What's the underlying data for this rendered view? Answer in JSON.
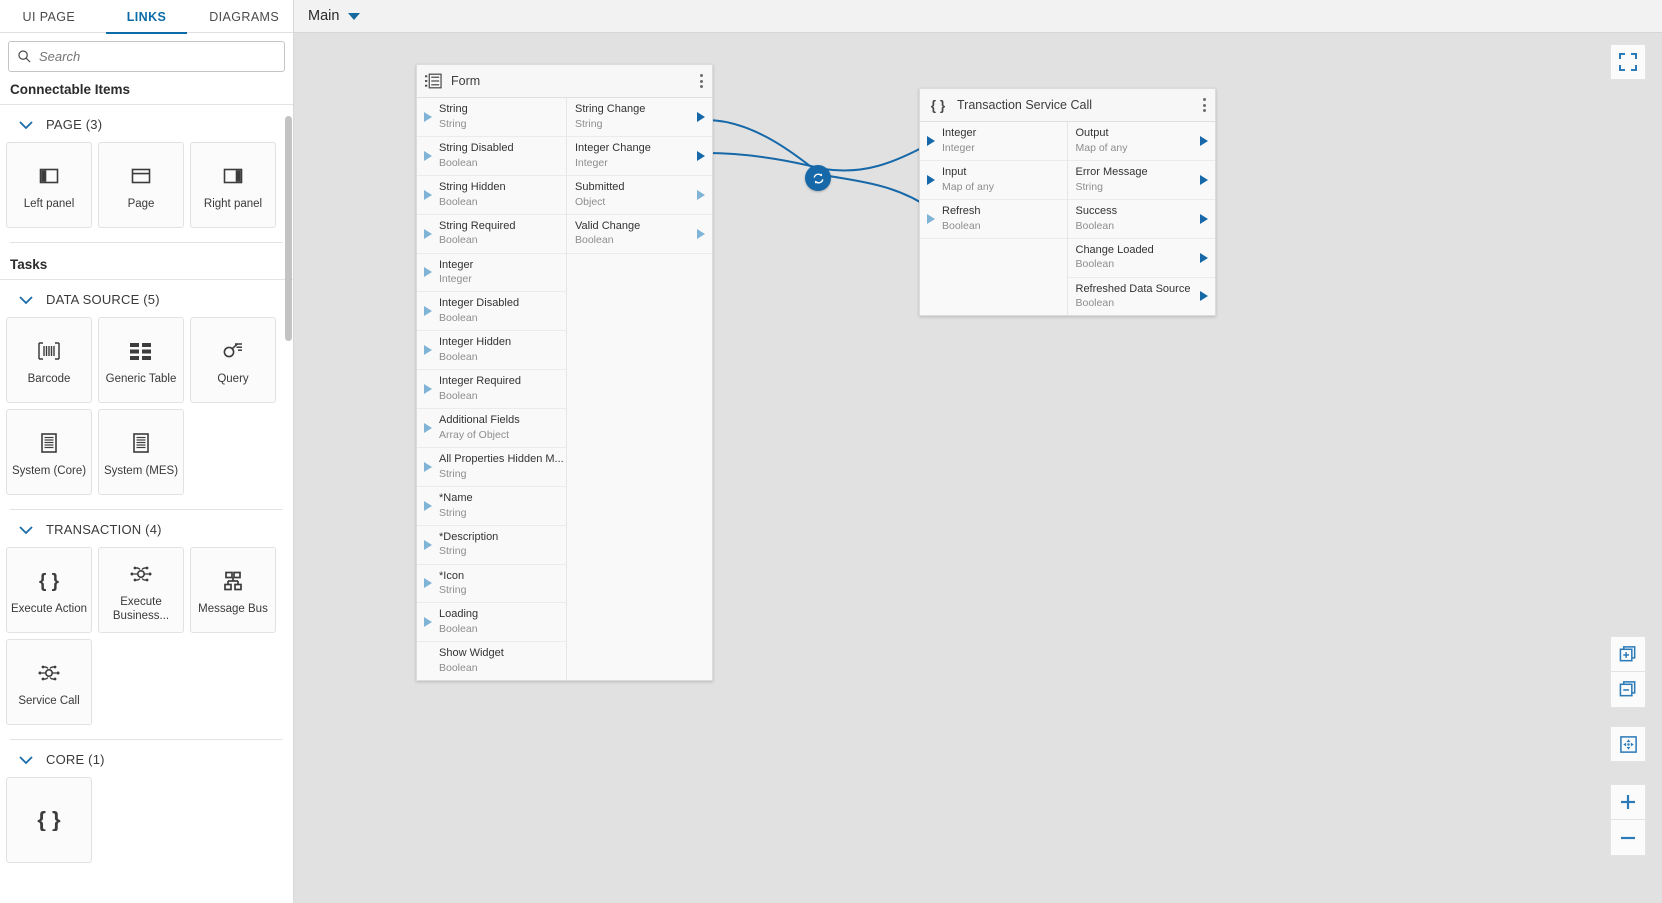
{
  "tabs": [
    {
      "label": "UI PAGE",
      "active": false
    },
    {
      "label": "LINKS",
      "active": true
    },
    {
      "label": "DIAGRAMS",
      "active": false
    }
  ],
  "search": {
    "placeholder": "Search",
    "value": "",
    "icon": "search-icon"
  },
  "sidebar": {
    "connectable_title": "Connectable Items",
    "tasks_title": "Tasks",
    "groups": [
      {
        "id": "page",
        "label": "PAGE (3)",
        "expanded": true,
        "items": [
          {
            "label": "Left panel",
            "icon": "left-panel-icon"
          },
          {
            "label": "Page",
            "icon": "page-icon"
          },
          {
            "label": "Right panel",
            "icon": "right-panel-icon"
          }
        ]
      },
      {
        "id": "data-source",
        "label": "DATA SOURCE (5)",
        "expanded": true,
        "items": [
          {
            "label": "Barcode",
            "icon": "barcode-icon"
          },
          {
            "label": "Generic Table",
            "icon": "table-icon"
          },
          {
            "label": "Query",
            "icon": "query-icon"
          },
          {
            "label": "System (Core)",
            "icon": "document-icon"
          },
          {
            "label": "System (MES)",
            "icon": "document-icon"
          }
        ]
      },
      {
        "id": "transaction",
        "label": "TRANSACTION (4)",
        "expanded": true,
        "items": [
          {
            "label": "Execute Action",
            "icon": "braces-icon"
          },
          {
            "label": "Execute Business...",
            "icon": "service-icon"
          },
          {
            "label": "Message Bus",
            "icon": "message-bus-icon"
          },
          {
            "label": "Service Call",
            "icon": "service-icon"
          }
        ]
      },
      {
        "id": "core",
        "label": "CORE (1)",
        "expanded": true,
        "items": [
          {
            "label": "",
            "icon": "braces-icon"
          }
        ]
      }
    ]
  },
  "main": {
    "title": "Main",
    "dropdown_icon": "caret-down-icon"
  },
  "canvas": {
    "toolbar": {
      "fullscreen": {
        "label": "Fullscreen",
        "icon": "fullscreen-icon"
      },
      "add_panel": {
        "label": "Add panel",
        "icon": "add-panel-icon"
      },
      "remove_panel": {
        "label": "Remove panel",
        "icon": "remove-panel-icon"
      },
      "fit": {
        "label": "Fit to screen",
        "icon": "fit-screen-icon"
      },
      "zoom_in": {
        "label": "Zoom in",
        "icon": "plus-icon"
      },
      "zoom_out": {
        "label": "Zoom out",
        "icon": "minus-icon"
      }
    },
    "link_badge": {
      "icon": "sync-icon",
      "color": "#1668a8"
    },
    "nodes": [
      {
        "id": "form",
        "title": "Form",
        "icon": "form-icon",
        "inputs": [
          {
            "name": "String",
            "type": "String",
            "connected": false
          },
          {
            "name": "String Disabled",
            "type": "Boolean",
            "connected": false
          },
          {
            "name": "String Hidden",
            "type": "Boolean",
            "connected": false
          },
          {
            "name": "String Required",
            "type": "Boolean",
            "connected": false
          },
          {
            "name": "Integer",
            "type": "Integer",
            "connected": false
          },
          {
            "name": "Integer Disabled",
            "type": "Boolean",
            "connected": false
          },
          {
            "name": "Integer Hidden",
            "type": "Boolean",
            "connected": false
          },
          {
            "name": "Integer Required",
            "type": "Boolean",
            "connected": false
          },
          {
            "name": "Additional Fields",
            "type": "Array of Object",
            "connected": false
          },
          {
            "name": "All Properties Hidden M...",
            "type": "String",
            "connected": false
          },
          {
            "name": "*Name",
            "type": "String",
            "connected": false
          },
          {
            "name": "*Description",
            "type": "String",
            "connected": false
          },
          {
            "name": "*Icon",
            "type": "String",
            "connected": false
          },
          {
            "name": "Loading",
            "type": "Boolean",
            "connected": false
          },
          {
            "name": "Show Widget",
            "type": "Boolean",
            "connected": false
          }
        ],
        "outputs": [
          {
            "name": "String Change",
            "type": "String",
            "connected": true
          },
          {
            "name": "Integer Change",
            "type": "Integer",
            "connected": true
          },
          {
            "name": "Submitted",
            "type": "Object",
            "connected": false
          },
          {
            "name": "Valid Change",
            "type": "Boolean",
            "connected": false
          }
        ]
      },
      {
        "id": "transaction-service-call",
        "title": "Transaction Service Call",
        "icon": "braces-icon",
        "inputs": [
          {
            "name": "Integer",
            "type": "Integer",
            "connected": true
          },
          {
            "name": "Input",
            "type": "Map of any",
            "connected": true
          },
          {
            "name": "Refresh",
            "type": "Boolean",
            "connected": false
          }
        ],
        "outputs": [
          {
            "name": "Output",
            "type": "Map of any",
            "connected": true
          },
          {
            "name": "Error Message",
            "type": "String",
            "connected": true
          },
          {
            "name": "Success",
            "type": "Boolean",
            "connected": true
          },
          {
            "name": "Change Loaded",
            "type": "Boolean",
            "connected": true
          },
          {
            "name": "Refreshed Data Source",
            "type": "Boolean",
            "connected": true
          }
        ]
      }
    ]
  },
  "colors": {
    "accent": "#1668a8",
    "canvas_bg": "#e1e1e1",
    "node_bg": "#f7f7f7"
  }
}
